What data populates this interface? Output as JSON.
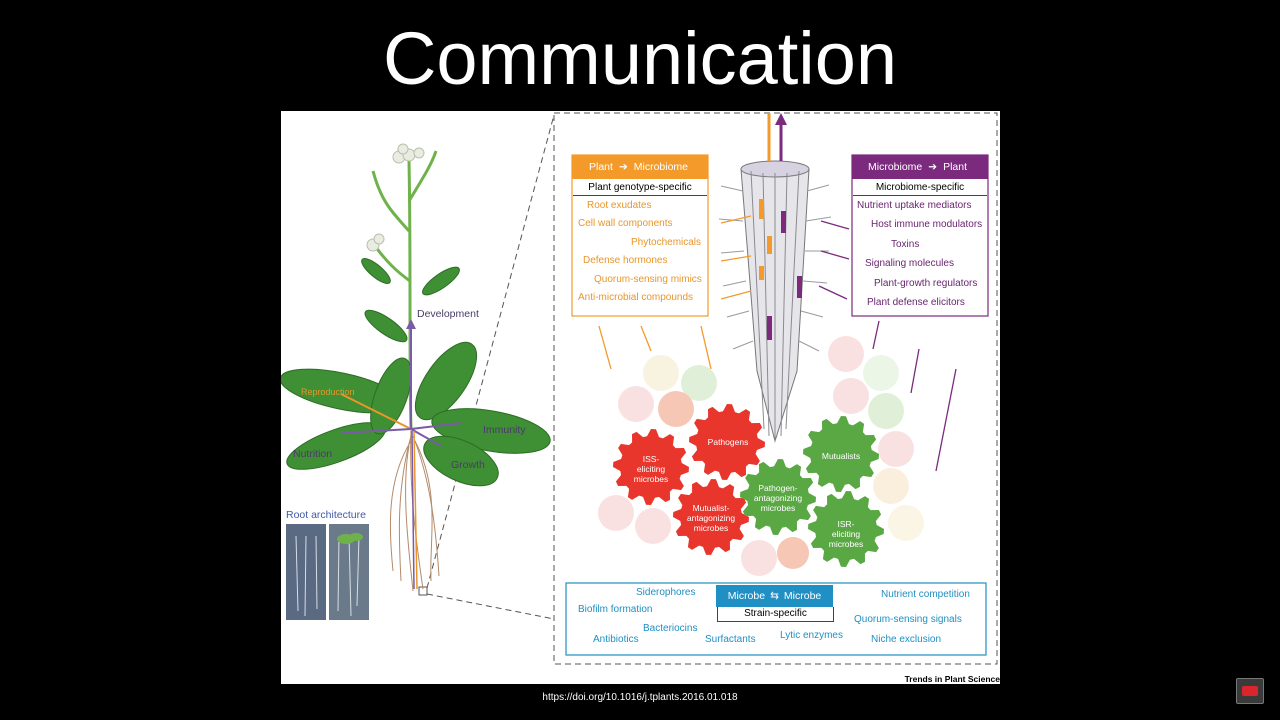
{
  "slide": {
    "title": "Communication"
  },
  "plant": {
    "labels": {
      "development": "Development",
      "reproduction": "Reproduction",
      "immunity": "Immunity",
      "nutrition": "Nutrition",
      "growth": "Growth"
    },
    "root_architecture_label": "Root architecture"
  },
  "plant_to_microbiome": {
    "header_from": "Plant",
    "header_to": "Microbiome",
    "subheader": "Plant genotype-specific",
    "items": [
      "Root exudates",
      "Cell wall components",
      "Phytochemicals",
      "Defense hormones",
      "Quorum-sensing mimics",
      "Anti-microbial compounds"
    ]
  },
  "microbiome_to_plant": {
    "header_from": "Microbiome",
    "header_to": "Plant",
    "subheader": "Microbiome-specific",
    "items": [
      "Nutrient uptake mediators",
      "Host immune modulators",
      "Toxins",
      "Signaling molecules",
      "Plant-growth regulators",
      "Plant defense elicitors"
    ]
  },
  "microbe_to_microbe": {
    "header_from": "Microbe",
    "header_to": "Microbe",
    "subheader": "Strain-specific",
    "items": [
      "Siderophores",
      "Biofilm formation",
      "Bacteriocins",
      "Antibiotics",
      "Surfactants",
      "Lytic enzymes",
      "Nutrient competition",
      "Quorum-sensing signals",
      "Niche exclusion"
    ]
  },
  "gears": {
    "pathogens": "Pathogens",
    "iss_eliciting": "ISS-\neliciting\nmicrobes",
    "mutualist_antagonizing": "Mutualist-\nantagonizing\nmicrobes",
    "pathogen_antagonizing": "Pathogen-\nantagonizing\nmicrobes",
    "mutualists": "Mutualists",
    "isr_eliciting": "ISR-\neliciting\nmicrobes"
  },
  "credit": "Trends in Plant Science",
  "doi": "https://doi.org/10.1016/j.tplants.2016.01.018",
  "colors": {
    "orange": "#f39a2b",
    "purple": "#7b2a7e",
    "blue": "#1f8fc4",
    "red_gear": "#e8362c",
    "green_gear": "#5aa844",
    "plant_green": "#3f8f34"
  }
}
